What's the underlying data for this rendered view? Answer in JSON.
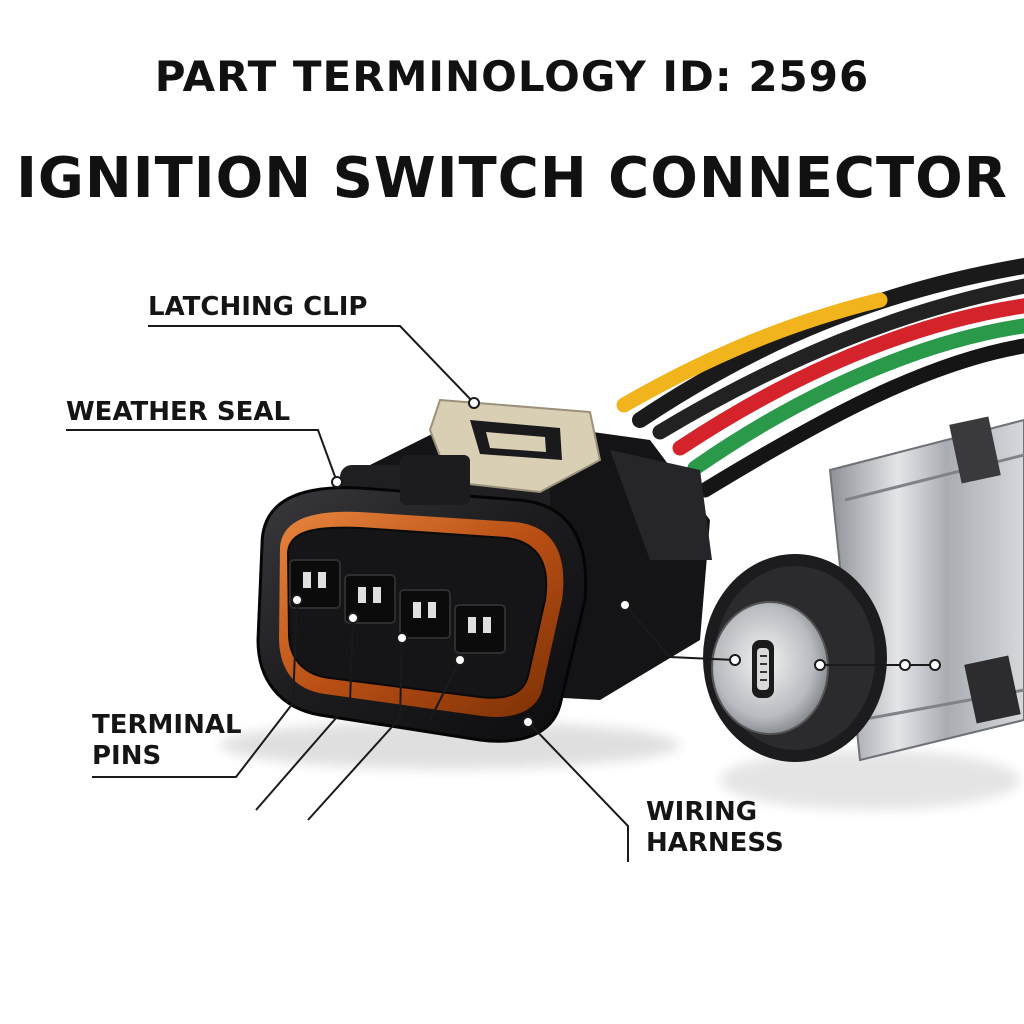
{
  "title": "PART TERMINOLOGY ID: 2596",
  "heading": "IGNITION SWITCH CONNECTOR",
  "callouts": {
    "latching_clip": "LATCHING CLIP",
    "weather_seal": "WEATHER SEAL",
    "terminal_pins_line1": "TERMINAL",
    "terminal_pins_line2": "PINS",
    "wiring_harness_line1": "WIRING",
    "wiring_harness_line2": "HARNESS"
  },
  "colors": {
    "connector_body": "#1c1c1e",
    "latch_clip": "#d8cfb4",
    "seal_copper": "#c9621f",
    "wire_yellow": "#f2b41c",
    "wire_red": "#d4232b",
    "wire_green": "#2a9a4a",
    "wire_black": "#1a1a1a",
    "cylinder_metal": "#b9bcc0"
  }
}
